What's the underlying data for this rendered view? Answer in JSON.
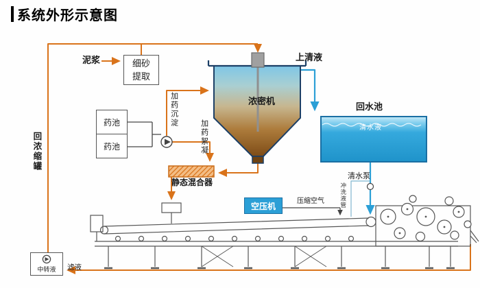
{
  "title": "系统外形示意图",
  "labels": {
    "mud": "泥浆",
    "sand_extractor": "细砂提取",
    "thickener": "浓密机",
    "supernatant": "上清液",
    "return_pool": "回水池",
    "clear_water": "清水液",
    "clear_water_pump": "清水泵",
    "flush_pipe": "冲洗液管",
    "chem_pool_top": "药池",
    "chem_pool_bottom": "药池",
    "dosing_settling": "加药沉淀",
    "dosing_flocculation": "加药絮凝",
    "static_mixer": "静态混合器",
    "return_thickener_tank": "回浓缩罐",
    "air_compressor": "空压机",
    "compressed_air": "压缩空气",
    "transfer_tank": "中转液",
    "filtrate": "滤液"
  },
  "colors": {
    "pipe_orange": "#d9731a",
    "pipe_blue": "#2b9fd6",
    "tank_outline": "#1c3f66",
    "pool_water": "#2ea6da",
    "slurry_brown": "#7e4c17",
    "machine_line": "#555555"
  }
}
